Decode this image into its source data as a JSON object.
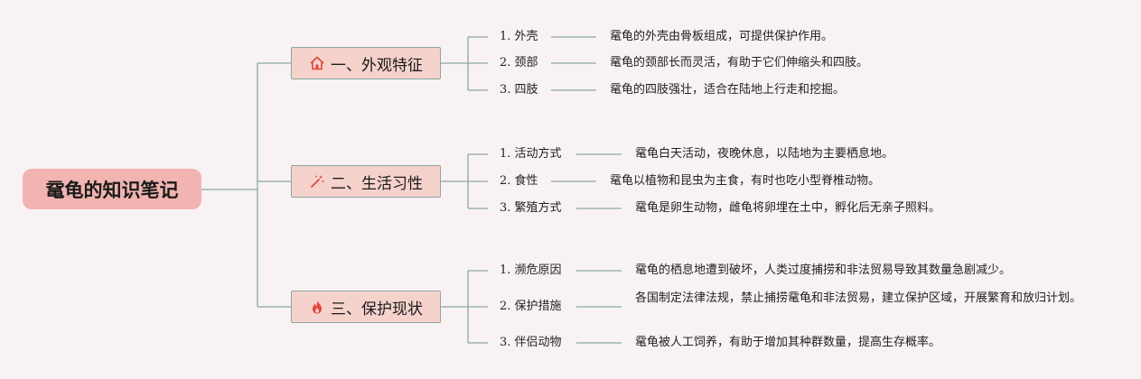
{
  "root": {
    "title": "鼋龟的知识笔记"
  },
  "colors": {
    "line": "#8aa89a",
    "root_bg": "#f1b4b0",
    "branch_bg": "#f6d2cd",
    "icon": "#e0453a"
  },
  "branches": [
    {
      "label": "一、外观特征",
      "icon": "house-icon",
      "items": [
        {
          "label": "1. 外壳",
          "note": "鼋龟的外壳由骨板组成，可提供保护作用。"
        },
        {
          "label": "2. 颈部",
          "note": "鼋龟的颈部长而灵活，有助于它们伸缩头和四肢。"
        },
        {
          "label": "3. 四肢",
          "note": "鼋龟的四肢强壮，适合在陆地上行走和挖掘。"
        }
      ]
    },
    {
      "label": "二、生活习性",
      "icon": "magic-wand-icon",
      "items": [
        {
          "label": "1. 活动方式",
          "note": "鼋龟白天活动，夜晚休息，以陆地为主要栖息地。"
        },
        {
          "label": "2. 食性",
          "note": "鼋龟以植物和昆虫为主食，有时也吃小型脊椎动物。"
        },
        {
          "label": "3. 繁殖方式",
          "note": "鼋龟是卵生动物，雌龟将卵埋在土中，孵化后无亲子照料。"
        }
      ]
    },
    {
      "label": "三、保护现状",
      "icon": "flame-icon",
      "items": [
        {
          "label": "1. 濒危原因",
          "note": "鼋龟的栖息地遭到破坏，人类过度捕捞和非法贸易导致其数量急剧减少。"
        },
        {
          "label": "2. 保护措施",
          "note": "各国制定法律法规，禁止捕捞鼋龟和非法贸易，建立保护区域，开展繁育和放归计划。"
        },
        {
          "label": "3. 伴侣动物",
          "note": "鼋龟被人工饲养，有助于增加其种群数量，提高生存概率。"
        }
      ]
    }
  ]
}
